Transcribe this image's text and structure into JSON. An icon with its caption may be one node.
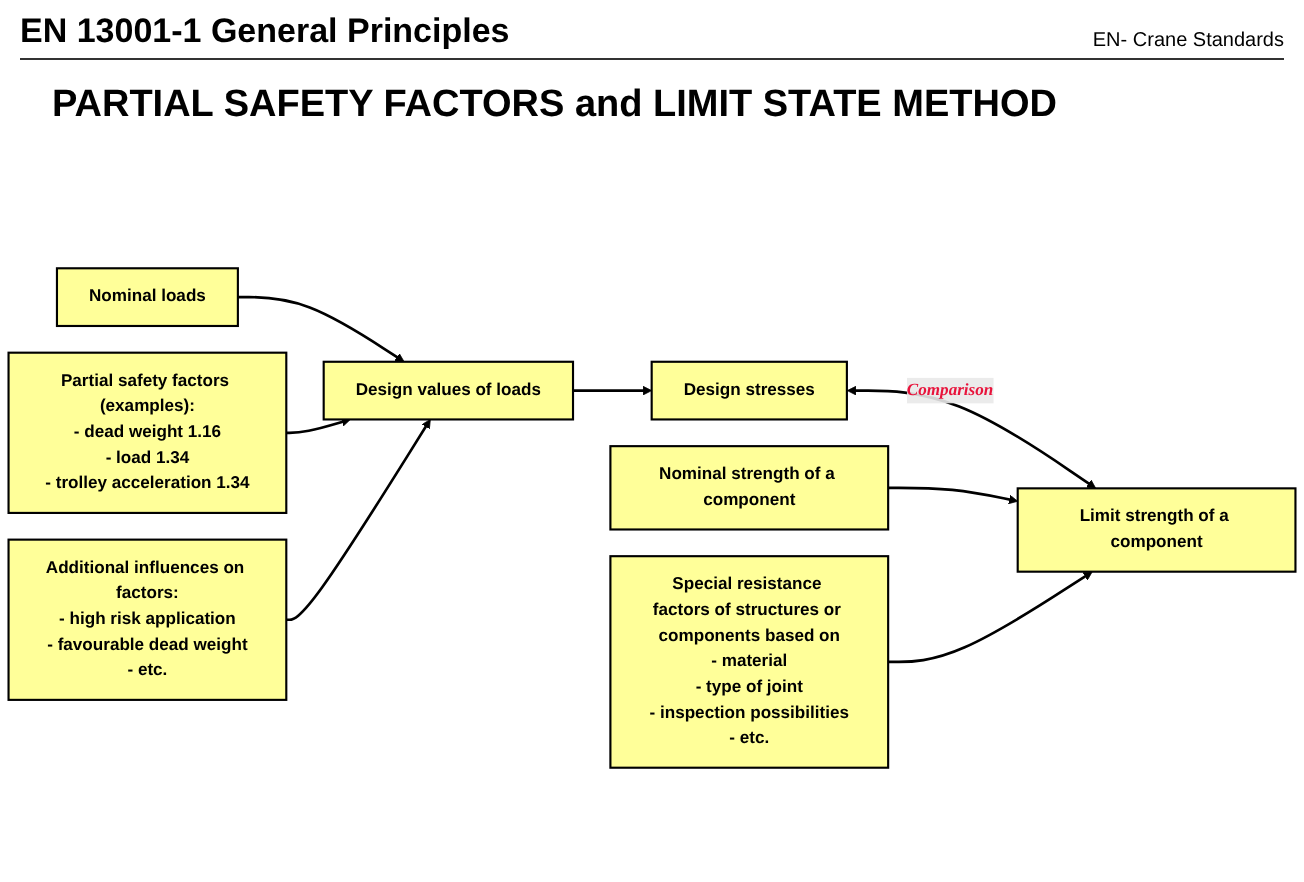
{
  "diagram": {
    "title": "PARTIAL SAFETY FACTORS and LIMIT STATE METHOD",
    "nodes": [
      {
        "text": [
          "Partial safety factors (examples):",
          "- dead weight 1.16",
          "- load 1.34",
          "- trolley acceleration 1.34"
        ]
      },
      {
        "text": [
          "Special resistance factors of structures or components based on",
          "- material",
          "- type of joint",
          "- inspection possibilities",
          "- etc."
        ]
      },
      {
        "text": [
          "Nominal loads"
        ]
      },
      {
        "text": [
          "Design values of loads"
        ]
      },
      {
        "text": [
          "Design stresses"
        ]
      },
      {
        "text": [
          "Limit strength of a component"
        ]
      },
      {
        "text": [
          "Nominal strength of a component"
        ]
      },
      {
        "text": [
          "Additional influences on factors:",
          "- high risk application",
          "- favourable dead weight",
          "- etc."
        ]
      }
    ],
    "edges": [
      {
        "from": 2,
        "to": 3,
        "arrow": "to"
      },
      {
        "from": 0,
        "to": 3,
        "arrow": "to"
      },
      {
        "from": 7,
        "to": 3,
        "arrow": "to"
      },
      {
        "from": 3,
        "to": 4,
        "arrow": "to"
      },
      {
        "from": 4,
        "to": 5,
        "arrow": "both",
        "label": "Comparison"
      },
      {
        "from": 6,
        "to": 5,
        "arrow": "to"
      },
      {
        "from": 1,
        "to": 5,
        "arrow": "to"
      }
    ],
    "labels": [
      "EN 13001-1 General Principles",
      "EN- Crane Standards"
    ]
  }
}
